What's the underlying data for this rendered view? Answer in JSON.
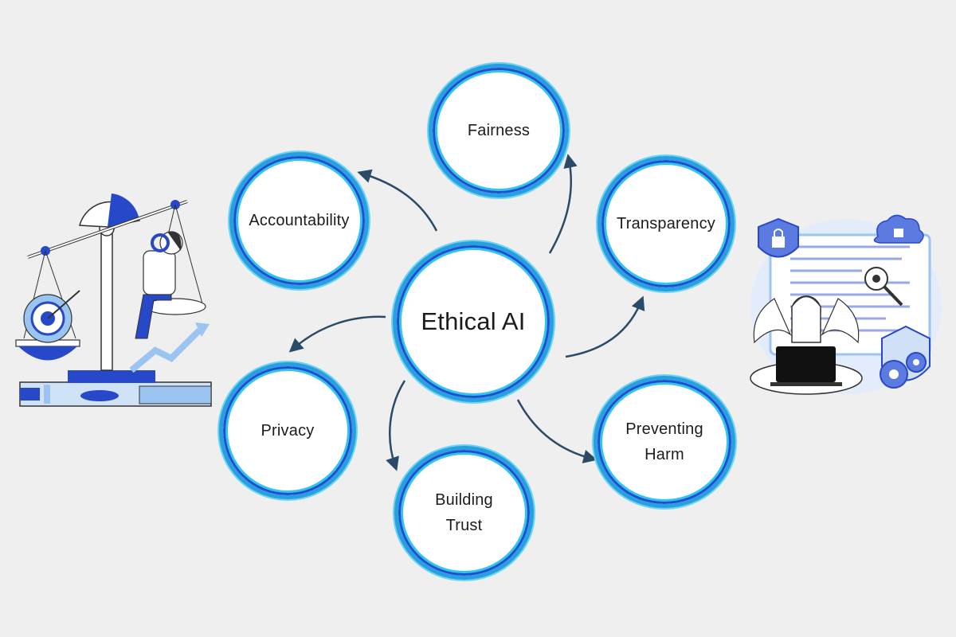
{
  "diagram": {
    "center": "Ethical AI",
    "nodes": [
      {
        "id": "fairness",
        "label": "Fairness"
      },
      {
        "id": "accountability",
        "label": "Accountability"
      },
      {
        "id": "transparency",
        "label": "Transparency"
      },
      {
        "id": "privacy",
        "label": "Privacy"
      },
      {
        "id": "building-trust",
        "label": "Building\nTrust"
      },
      {
        "id": "preventing-harm",
        "label": "Preventing\nHarm"
      }
    ]
  },
  "colors": {
    "background": "#efeff0",
    "ring_outer": "#1e4fd0",
    "ring_inner": "#34c3ec",
    "arrow": "#2b4a66",
    "illustration_primary": "#2748c9",
    "illustration_light": "#9cc4f0"
  },
  "illustrations": {
    "left": "scales-of-justice-person-target-icon",
    "right": "person-laptop-security-shield-icon"
  }
}
